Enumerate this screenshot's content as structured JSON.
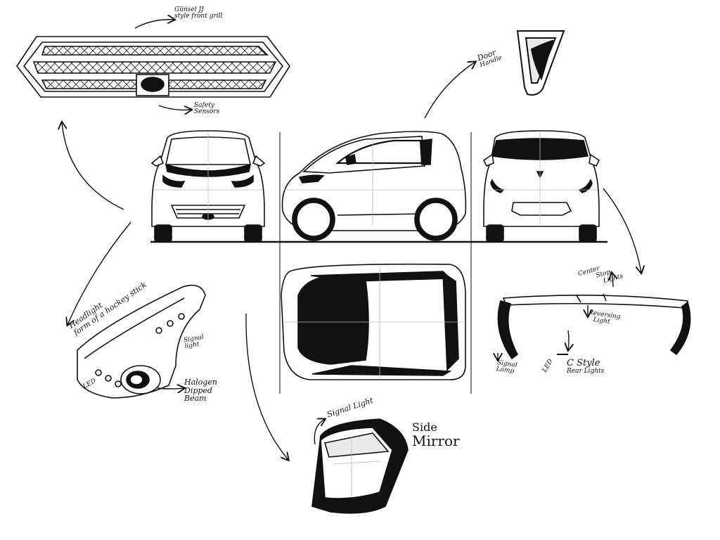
{
  "labels": {
    "grill": [
      "Günsel JJ",
      "style front grill"
    ],
    "safety": [
      "Safety",
      "Sensors"
    ],
    "door": [
      "Door",
      "Handle"
    ],
    "headlight": [
      "Headlight",
      "form of a hockey stick"
    ],
    "signal_light_headlight": [
      "Signal",
      "light"
    ],
    "halogen": [
      "Halogen",
      "Dipped",
      "Beam"
    ],
    "led": "LED",
    "signal_light_mirror": "Signal Light",
    "side_mirror": [
      "Side",
      "Mirror"
    ],
    "center_stop": [
      "Center",
      "Stop",
      "Lights"
    ],
    "reversing": [
      "Reversing",
      "Light"
    ],
    "signal_lamp": [
      "Signal",
      "Lamp"
    ],
    "c_style": [
      "C Style",
      "Rear Lights"
    ],
    "led_rear": "LED"
  },
  "colors": {
    "ink": "#111111",
    "guide": "#b9b9b9",
    "paper": "#ffffff"
  }
}
